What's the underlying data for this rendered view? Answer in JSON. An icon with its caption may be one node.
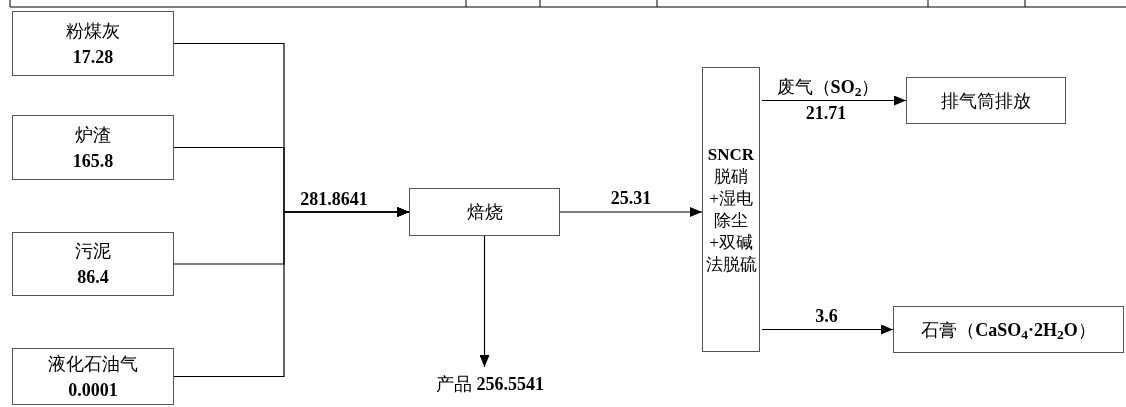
{
  "diagram": {
    "nodes": [
      {
        "text": [
          "粉煤灰",
          "17.28"
        ]
      },
      {
        "text": [
          "炉渣",
          "165.8"
        ]
      },
      {
        "text": [
          "污泥",
          "86.4"
        ]
      },
      {
        "text": [
          "液化石油气",
          "0.0001"
        ]
      },
      {
        "text": [
          "焙烧"
        ]
      },
      {
        "text": [
          "产品 **256.5541**"
        ]
      },
      {
        "text": [
          "**SNCR**脱硝+湿电除尘+双碱法脱硫"
        ]
      },
      {
        "text": [
          "排气筒排放"
        ]
      },
      {
        "text": [
          "石膏（**CaSO$_{4}$·2H$_{2}$O**）"
        ]
      }
    ],
    "edges": [
      {
        "from": 0,
        "to": 4,
        "arrow": "to",
        "label": "281.8641"
      },
      {
        "from": 1,
        "to": 4,
        "arrow": "to"
      },
      {
        "from": 2,
        "to": 4,
        "arrow": "to"
      },
      {
        "from": 3,
        "to": 4,
        "arrow": "to"
      },
      {
        "from": 4,
        "to": 5,
        "arrow": "to"
      },
      {
        "from": 4,
        "to": 6,
        "arrow": "to",
        "label": "25.31"
      },
      {
        "from": 6,
        "to": 7,
        "arrow": "to",
        "label": "废气（**SO$_{2}$**）"
      },
      {
        "from": 6,
        "to": 8,
        "arrow": "to",
        "label": "3.6"
      }
    ],
    "labels": [
      "21.71"
    ]
  }
}
